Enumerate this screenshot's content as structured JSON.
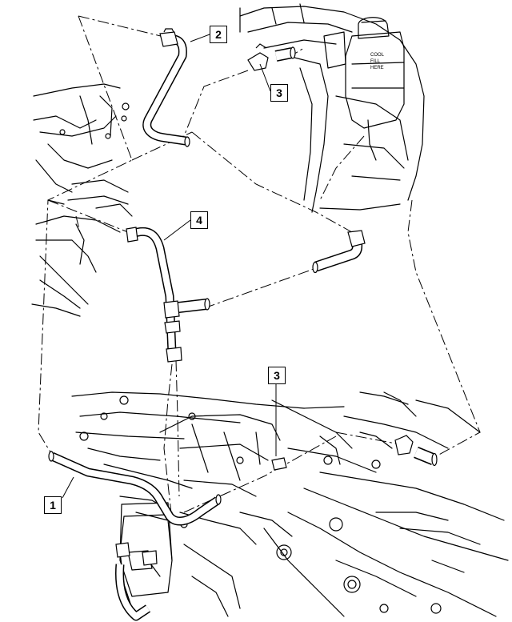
{
  "callouts": [
    {
      "id": "c1",
      "label": "1"
    },
    {
      "id": "c2",
      "label": "2"
    },
    {
      "id": "c3a",
      "label": "3"
    },
    {
      "id": "c3b",
      "label": "3"
    },
    {
      "id": "c4",
      "label": "4"
    }
  ],
  "reservoir_cap_text": [
    "COOL",
    "FILL",
    "HERE"
  ],
  "colors": {
    "line": "#000000",
    "background": "#ffffff"
  }
}
